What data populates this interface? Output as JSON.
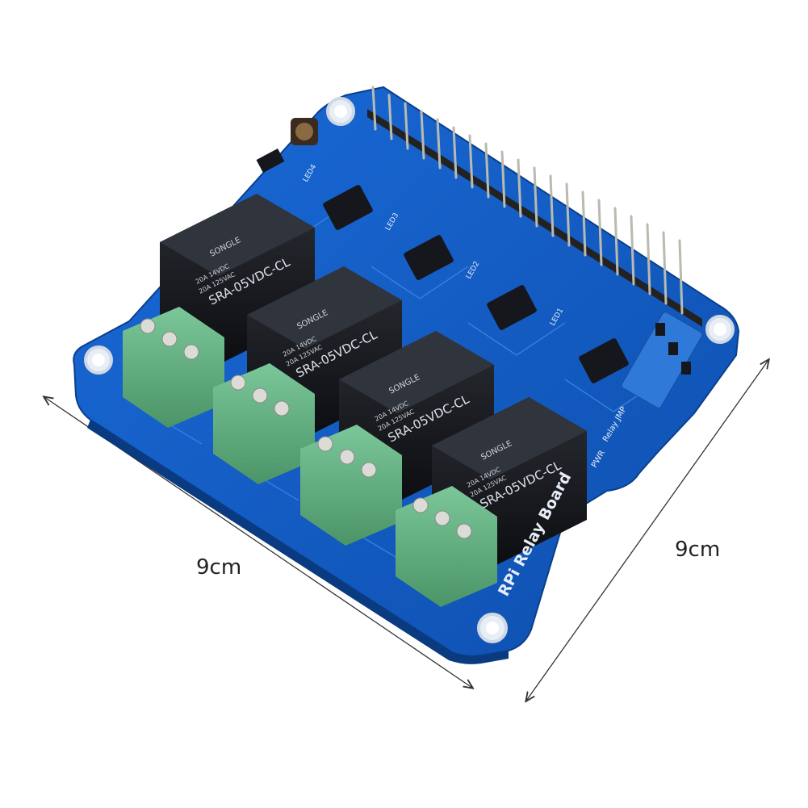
{
  "product_photo": {
    "board_silkscreen": "RPi Relay Board",
    "relay_part_number": "SRA-05VDC-CL",
    "relay_brand": "SONGLE",
    "relay_rating_dc": "20A 14VDC",
    "relay_rating_ac": "20A 125VAC",
    "jumper_label": "Relay JMP",
    "power_label": "PWR",
    "led_labels": [
      "LED1",
      "LED2",
      "LED3",
      "LED4"
    ],
    "colors": {
      "pcb": "#1760c8",
      "relay": "#15171c",
      "terminal": "#5fae7e",
      "header": "#c8c8c0"
    }
  },
  "dimensions": {
    "width_label": "9cm",
    "height_label": "9cm"
  }
}
